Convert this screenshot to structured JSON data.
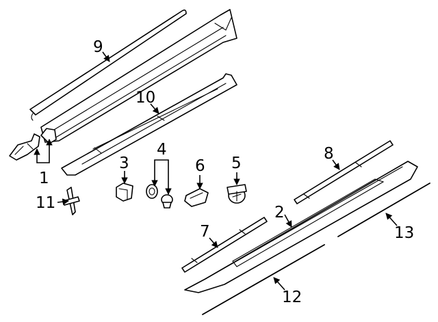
{
  "diagram": {
    "callouts": [
      {
        "id": "c1",
        "number": "1"
      },
      {
        "id": "c2",
        "number": "2"
      },
      {
        "id": "c3",
        "number": "3"
      },
      {
        "id": "c4",
        "number": "4"
      },
      {
        "id": "c5",
        "number": "5"
      },
      {
        "id": "c6",
        "number": "6"
      },
      {
        "id": "c7",
        "number": "7"
      },
      {
        "id": "c8",
        "number": "8"
      },
      {
        "id": "c9",
        "number": "9"
      },
      {
        "id": "c10",
        "number": "10"
      },
      {
        "id": "c11",
        "number": "11"
      },
      {
        "id": "c12",
        "number": "12"
      },
      {
        "id": "c13",
        "number": "13"
      }
    ],
    "colors": {
      "line": "#000000",
      "background": "#ffffff"
    }
  }
}
